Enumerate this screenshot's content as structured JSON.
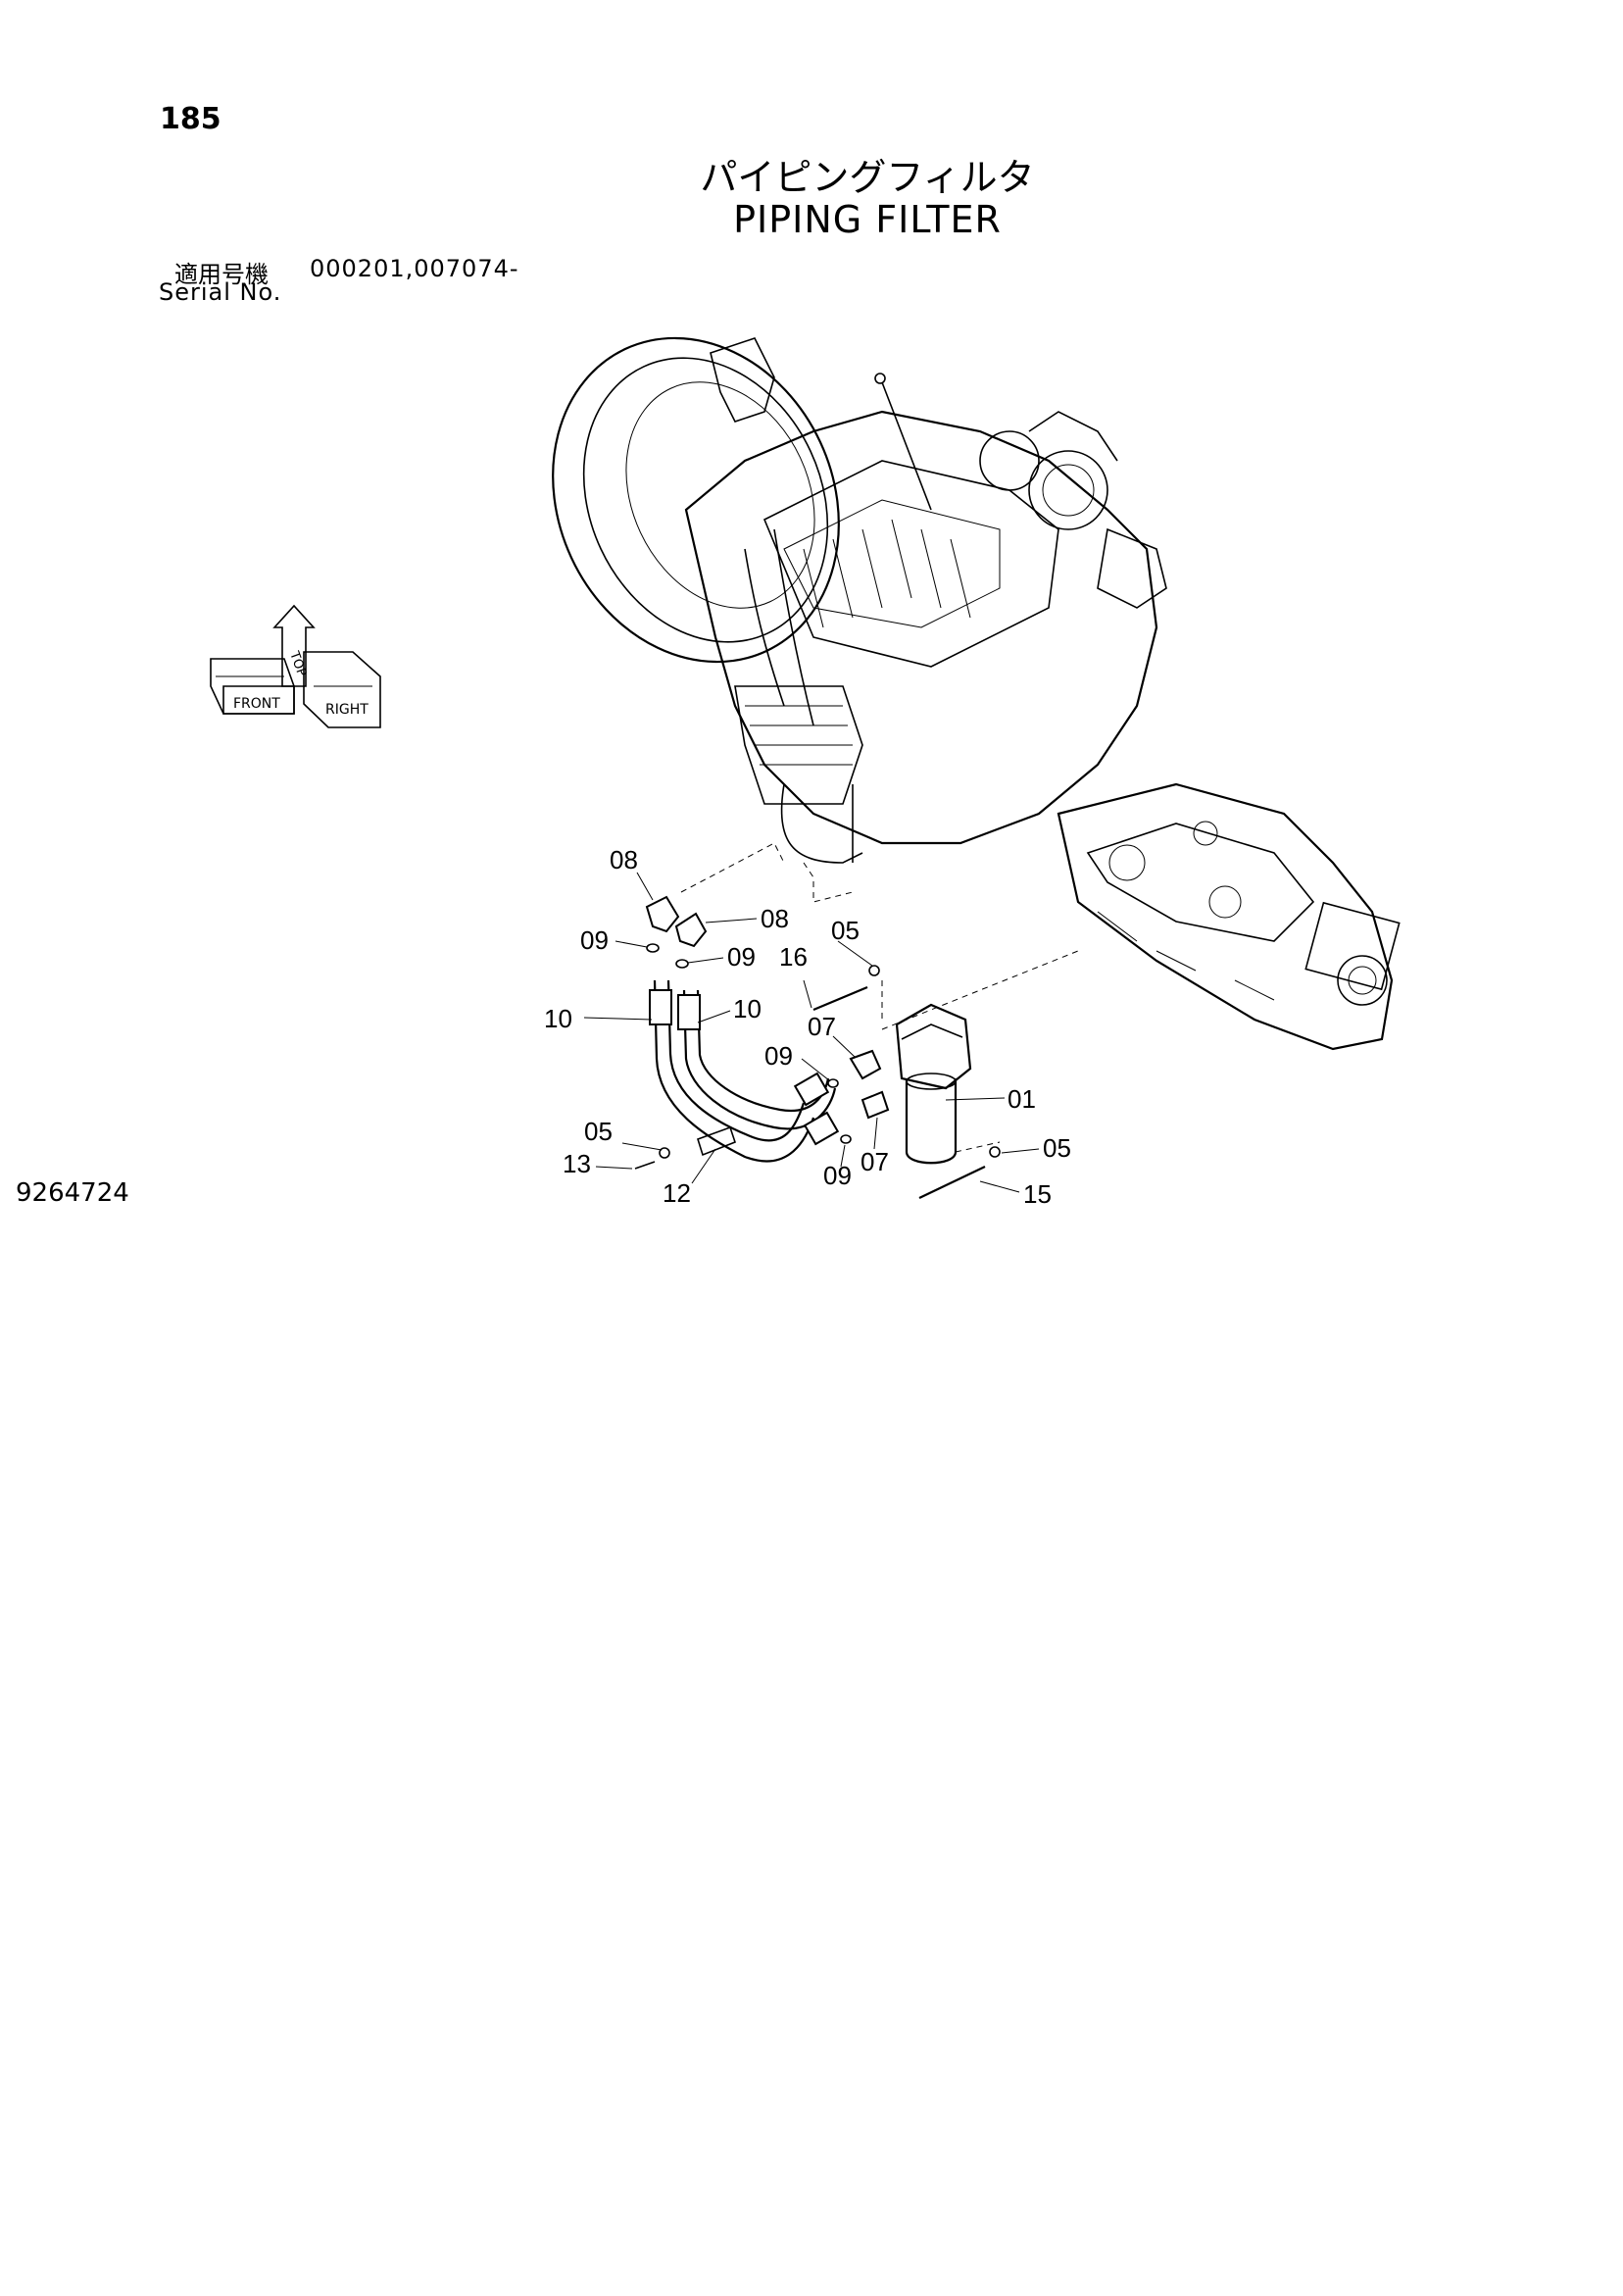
{
  "page": {
    "number": "185",
    "title_jp": "パイピングフィルタ",
    "title_en": "PIPING FILTER",
    "serial_label_jp": "適用号機",
    "serial_label_en": "Serial No.",
    "serial_value": "000201,007074-",
    "figure_id": "9264724"
  },
  "orientation_icon": {
    "labels": [
      "FRONT",
      "TOP",
      "RIGHT"
    ]
  },
  "callouts": [
    {
      "id": "c08a",
      "text": "08"
    },
    {
      "id": "c08b",
      "text": "08"
    },
    {
      "id": "c09a",
      "text": "09"
    },
    {
      "id": "c09b",
      "text": "09"
    },
    {
      "id": "c05a",
      "text": "05"
    },
    {
      "id": "c16",
      "text": "16"
    },
    {
      "id": "c10a",
      "text": "10"
    },
    {
      "id": "c10b",
      "text": "10"
    },
    {
      "id": "c07a",
      "text": "07"
    },
    {
      "id": "c09c",
      "text": "09"
    },
    {
      "id": "c01",
      "text": "01"
    },
    {
      "id": "c05b",
      "text": "05"
    },
    {
      "id": "c13",
      "text": "13"
    },
    {
      "id": "c12",
      "text": "12"
    },
    {
      "id": "c09d",
      "text": "09"
    },
    {
      "id": "c07b",
      "text": "07"
    },
    {
      "id": "c05c",
      "text": "05"
    },
    {
      "id": "c15",
      "text": "15"
    }
  ]
}
